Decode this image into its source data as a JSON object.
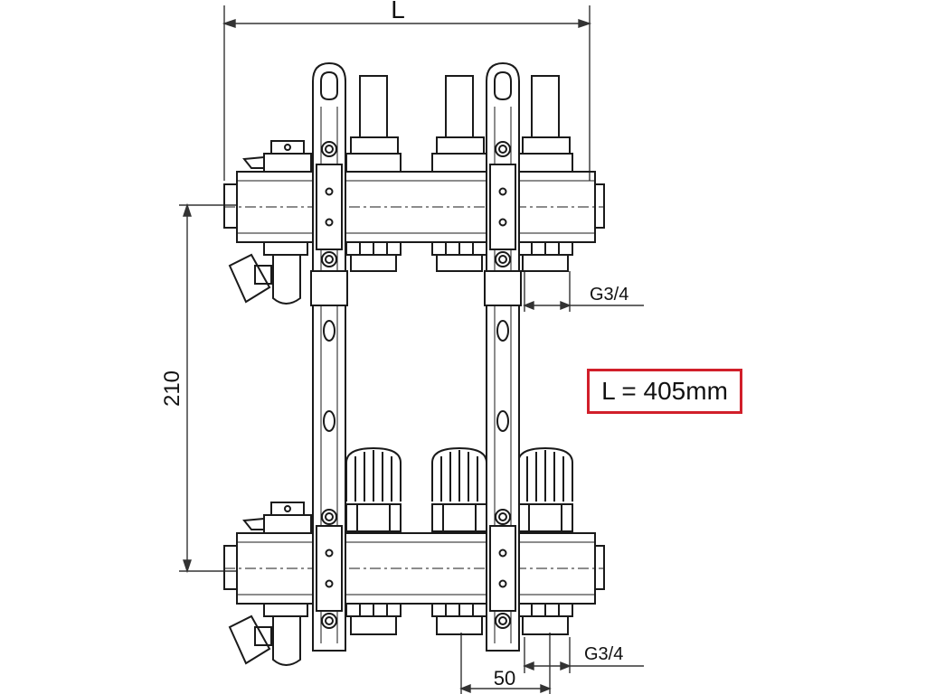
{
  "dimensions": {
    "overall_length_label": "L",
    "height_label": "210",
    "spacing_label": "50",
    "thread_top_label": "G3/4",
    "thread_bottom_label": "G3/4"
  },
  "callout": {
    "text": "L = 405mm",
    "border_color": "#d11f2a"
  },
  "outlets": {
    "count": 3
  },
  "colors": {
    "line": "#1a1a1a",
    "dim_line": "#333333",
    "callout_border": "#d11f2a"
  }
}
